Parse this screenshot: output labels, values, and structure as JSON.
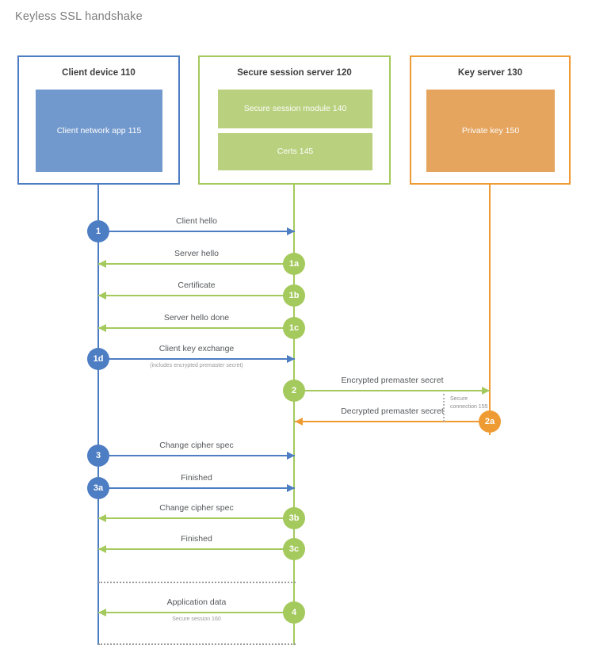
{
  "title": "Keyless SSL handshake",
  "colors": {
    "blue": "#4d7dc3",
    "blue_fill": "#7299cd",
    "green": "#a4c95c",
    "green_fill": "#b9d17e",
    "orange": "#ef9b33",
    "orange_fill": "#e5a55f"
  },
  "actors": {
    "client": {
      "title": "Client device 110",
      "module": "Client network app 115"
    },
    "server": {
      "title": "Secure session server 120",
      "module1": "Secure session module 140",
      "module2": "Certs 145"
    },
    "key": {
      "title": "Key server 130",
      "module": "Private key 150"
    }
  },
  "messages": [
    {
      "badge": "1",
      "label": "Client hello"
    },
    {
      "badge": "1a",
      "label": "Server hello"
    },
    {
      "badge": "1b",
      "label": "Certificate"
    },
    {
      "badge": "1c",
      "label": "Server hello done"
    },
    {
      "badge": "1d",
      "label": "Client key exchange",
      "sublabel": "(includes encrypted premaster secret)"
    },
    {
      "badge": "2",
      "label": "Encrypted premaster secret"
    },
    {
      "badge": "2a",
      "label": "Decrypted premaster secret"
    },
    {
      "badge": "3",
      "label": "Change cipher spec"
    },
    {
      "badge": "3a",
      "label": "Finished"
    },
    {
      "badge": "3b",
      "label": "Change cipher spec"
    },
    {
      "badge": "3c",
      "label": "Finished"
    },
    {
      "badge": "4",
      "label": "Application data",
      "sublabel": "Secure session 160"
    }
  ],
  "annotations": {
    "secure_connection": "Secure connection 155"
  }
}
